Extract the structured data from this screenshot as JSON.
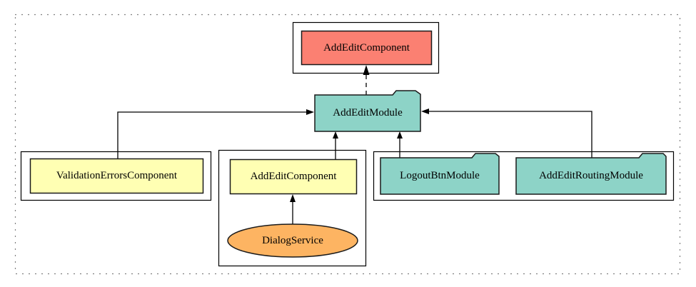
{
  "diagram": {
    "kind": "module-dependency-graph",
    "background": "#ffffff",
    "border_color": "#000000",
    "edge_color": "#000000",
    "nodes": {
      "bootstrap_component": {
        "label": "AddEditComponent",
        "shape": "rect",
        "fill": "#FB8072"
      },
      "addedit_module": {
        "label": "AddEditModule",
        "shape": "folder",
        "fill": "#8DD3C7"
      },
      "validation_errors_component": {
        "label": "ValidationErrorsComponent",
        "shape": "rect",
        "fill": "#FFFFB3"
      },
      "addedit_component": {
        "label": "AddEditComponent",
        "shape": "rect",
        "fill": "#FFFFB3"
      },
      "logout_btn_module": {
        "label": "LogoutBtnModule",
        "shape": "folder",
        "fill": "#8DD3C7"
      },
      "addedit_routing_module": {
        "label": "AddEditRoutingModule",
        "shape": "folder",
        "fill": "#8DD3C7"
      },
      "dialog_service": {
        "label": "DialogService",
        "shape": "ellipse",
        "fill": "#FDB462"
      }
    },
    "edges": [
      {
        "from": "validation_errors_component",
        "to": "addedit_module",
        "style": "solid"
      },
      {
        "from": "addedit_component",
        "to": "addedit_module",
        "style": "solid"
      },
      {
        "from": "logout_btn_module",
        "to": "addedit_module",
        "style": "solid"
      },
      {
        "from": "addedit_routing_module",
        "to": "addedit_module",
        "style": "solid"
      },
      {
        "from": "dialog_service",
        "to": "addedit_component",
        "style": "solid"
      },
      {
        "from": "addedit_module",
        "to": "bootstrap_component",
        "style": "dashed"
      }
    ]
  }
}
